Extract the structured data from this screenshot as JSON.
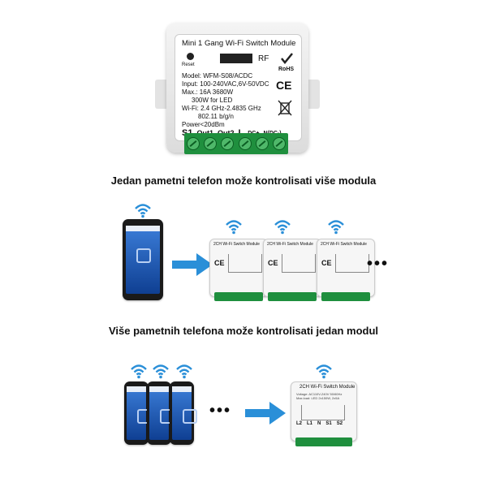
{
  "module": {
    "title": "Mini 1 Gang Wi-Fi Switch Module",
    "reset": "Reset",
    "rf": "RF",
    "rohs": "RoHS",
    "lines": [
      "Model: WFM-S08/ACDC",
      "Input: 100-240VAC,6V-50VDC",
      "Max.: 16A 3680W",
      "300W for LED",
      "Wi-Fi: 2.4 GHz-2.4835 GHz",
      "802.11 b/g/n",
      "Power<20dBm"
    ],
    "terminals": [
      "S1",
      "Out1",
      "Out2",
      "L",
      "DC+",
      "N(DC-)"
    ]
  },
  "captions": {
    "one_phone": "Jedan pametni telefon može kontrolisati više modula",
    "many_phones": "Više pametnih telefona može kontrolisati jedan modul"
  },
  "small_module": {
    "title": "2CH Wi-Fi Switch Module",
    "ce": "CE"
  },
  "big_small_module": {
    "title": "2CH Wi-Fi Switch Module",
    "terminals": [
      "L2",
      "L1",
      "N",
      "S1",
      "S2"
    ]
  },
  "ellipsis": "•••",
  "colors": {
    "accent_blue": "#2a8fd8",
    "terminal_green": "#1f8f3e"
  }
}
